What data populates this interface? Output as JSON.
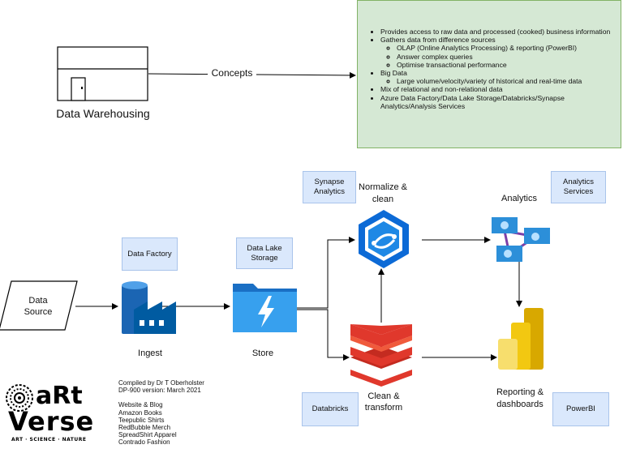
{
  "left_concept": {
    "title": "Data Warehousing",
    "connector_label": "Concepts"
  },
  "notes": {
    "items": [
      {
        "text": "Provides access to raw data and processed (cooked) business information",
        "sub": []
      },
      {
        "text": "Gathers data from difference sources",
        "sub": [
          "OLAP (Online Analytics Processing) & reporting (PowerBI)",
          "Answer complex queries",
          "Optimise transactional performance"
        ]
      },
      {
        "text": "Big Data",
        "sub": [
          "Large volume/velocity/variety of historical and real-time data"
        ]
      },
      {
        "text": "Mix of relational and non-relational data",
        "sub": []
      },
      {
        "text": "Azure Data Factory/Data Lake Storage/Databricks/Synapse Analytics/Analysis Services",
        "sub": []
      }
    ]
  },
  "service_boxes": {
    "synapse": "Synapse Analytics",
    "analytics_services": "Analytics Services",
    "data_factory": "Data Factory",
    "data_lake": "Data Lake Storage",
    "databricks": "Databricks",
    "powerbi": "PowerBI"
  },
  "stages": {
    "data_source": "Data Source",
    "ingest": "Ingest",
    "store": "Store",
    "normalize": "Normalize & clean",
    "analytics": "Analytics",
    "clean_transform": "Clean & transform",
    "reporting": "Reporting & dashboards"
  },
  "icons": {
    "warehouse": "warehouse-icon",
    "data_factory": "data-factory-icon",
    "data_lake": "data-lake-storage-icon",
    "synapse": "synapse-analytics-icon",
    "analysis_services": "analysis-services-icon",
    "databricks": "databricks-icon",
    "powerbi": "powerbi-icon",
    "logo": "artverse-spiral-logo"
  },
  "credits": {
    "compiled_by": "Compiled by Dr T Oberholster",
    "version": "DP-900 version: March 2021",
    "links": [
      "Website & Blog",
      "Amazon Books",
      "Teepublic Shirts",
      "RedBubble Merch",
      "SpreadShirt Apparel",
      "Contrado Fashion"
    ]
  },
  "logo": {
    "line1": "aRt",
    "line2": "Verse",
    "tagline": "ART · SCIENCE · NATURE"
  },
  "colors": {
    "service_box_fill": "#dae8fc",
    "notes_fill": "#d5e8d4",
    "azure_blue": "#0078d4",
    "databricks_red": "#e0382c",
    "powerbi_yellow": "#f2c811"
  }
}
